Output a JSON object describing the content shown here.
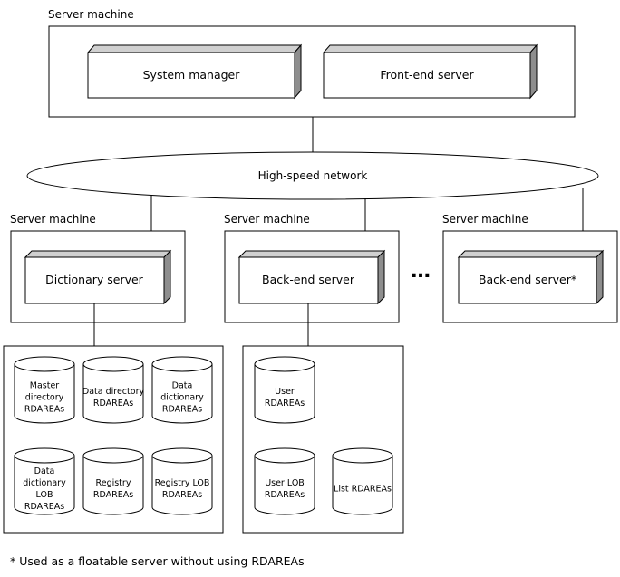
{
  "labels": {
    "server_machine": "Server machine",
    "system_manager": "System manager",
    "front_end_server": "Front-end server",
    "network": "High-speed network",
    "dictionary_server": "Dictionary server",
    "back_end_server": "Back-end server",
    "back_end_server_star": "Back-end server*",
    "ellipsis": "…"
  },
  "rdareas": {
    "master_directory": [
      "Master",
      "directory",
      "RDAREAs"
    ],
    "data_directory": [
      "Data directory",
      "RDAREAs"
    ],
    "data_dictionary": [
      "Data",
      "dictionary",
      "RDAREAs"
    ],
    "data_dictionary_lob": [
      "Data",
      "dictionary",
      "LOB",
      "RDAREAs"
    ],
    "registry": [
      "Registry",
      "RDAREAs"
    ],
    "registry_lob": [
      "Registry LOB",
      "RDAREAs"
    ],
    "user": [
      "User",
      "RDAREAs"
    ],
    "user_lob": [
      "User LOB",
      "RDAREAs"
    ],
    "list": [
      "List RDAREAs"
    ]
  },
  "footnote": "* Used as a floatable server without using RDAREAs"
}
